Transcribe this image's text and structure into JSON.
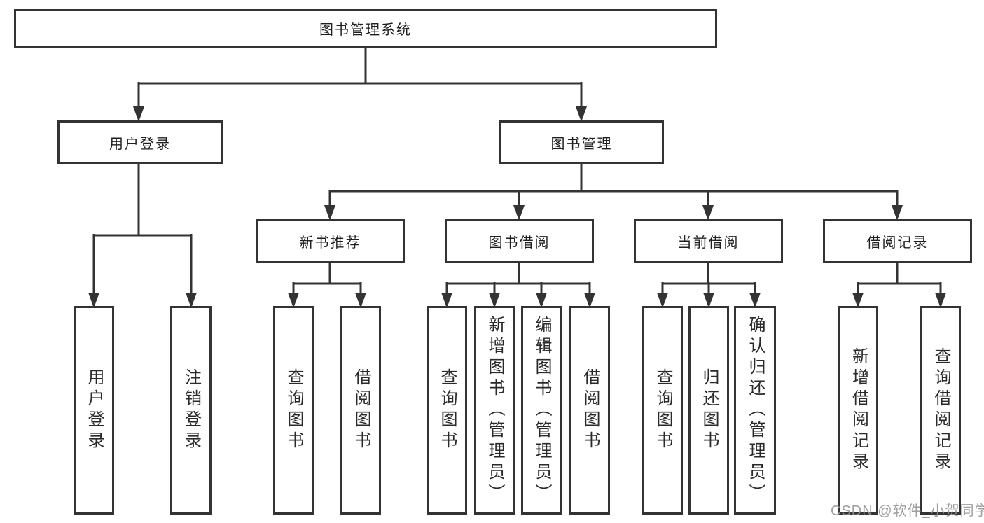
{
  "diagram_title": "图书管理系统",
  "tree": {
    "label": "图书管理系统",
    "children": [
      {
        "label": "用户登录",
        "children": [
          {
            "label": "用户登录"
          },
          {
            "label": "注销登录"
          }
        ]
      },
      {
        "label": "图书管理",
        "children": [
          {
            "label": "新书推荐",
            "children": [
              {
                "label": "查询图书"
              },
              {
                "label": "借阅图书"
              }
            ]
          },
          {
            "label": "图书借阅",
            "children": [
              {
                "label": "查询图书"
              },
              {
                "label": "新增图书（管理员）"
              },
              {
                "label": "编辑图书（管理员）"
              },
              {
                "label": "借阅图书"
              }
            ]
          },
          {
            "label": "当前借阅",
            "children": [
              {
                "label": "查询图书"
              },
              {
                "label": "归还图书"
              },
              {
                "label": "确认归还（管理员）"
              }
            ]
          },
          {
            "label": "借阅记录",
            "children": [
              {
                "label": "新增借阅记录"
              },
              {
                "label": "查询借阅记录"
              }
            ]
          }
        ]
      }
    ]
  },
  "watermark": {
    "text": "CSDN @软件_小贺同学"
  },
  "colors": {
    "line": "#333333",
    "box_border": "#333333",
    "box_fill": "#ffffff",
    "text": "#2a2a2a",
    "watermark": "#949494"
  }
}
